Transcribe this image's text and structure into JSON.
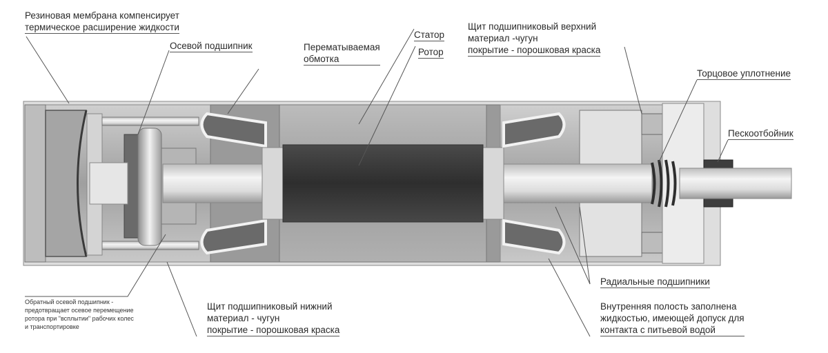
{
  "title": "Погружной электродвигатель — разрез",
  "labels": {
    "membrane": [
      "Резиновая мембрана компенсирует",
      "термическое расширение жидкости"
    ],
    "axial_bearing": "Осевой подшипник",
    "rewindable_winding": [
      "Перематываемая",
      "обмотка"
    ],
    "stator": "Статор",
    "rotor": "Ротор",
    "upper_shield": [
      "Щит подшипниковый верхний",
      "материал -чугун",
      "покрытие - порошковая краска"
    ],
    "mechanical_seal": "Торцовое уплотнение",
    "sand_guard": "Пескоотбойник",
    "reverse_axial_bearing": [
      "Обратный осевой подшипник -",
      "предотвращает осевое перемещение",
      "ротора при \"всплытии\" рабочих колес",
      " и транспортировке"
    ],
    "lower_shield": [
      "Щит подшипниковый нижний",
      "материал - чугун",
      "покрытие - порошковая краска"
    ],
    "radial_bearings": "Радиальные подшипники",
    "inner_cavity": [
      "Внутренняя полость заполнена",
      "жидкостью, имеющей допуск для",
      "контакта с питьевой водой"
    ]
  },
  "colors": {
    "background": "#ffffff",
    "text": "#2a2a2a",
    "leader": "#555555",
    "housing": "#d9d9d9",
    "stator": "#a8a8a8",
    "rotor_core": "#3a3a3a",
    "shaft": "#e4e4e4",
    "dark_part": "#5a5a5a"
  }
}
